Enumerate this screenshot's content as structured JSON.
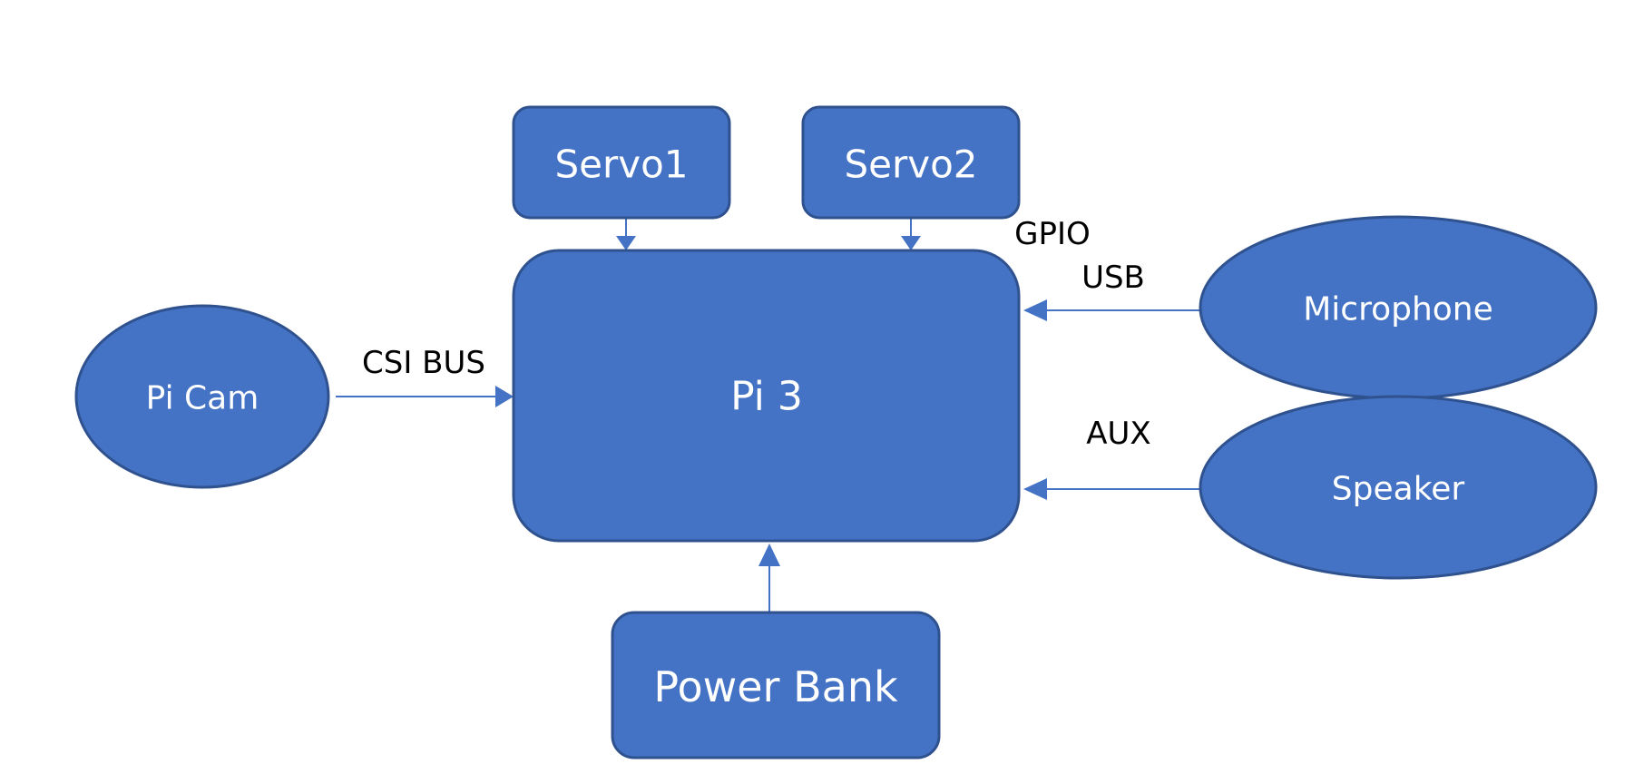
{
  "diagram": {
    "nodes": {
      "pi3": "Pi 3",
      "servo1": "Servo1",
      "servo2": "Servo2",
      "pi_cam": "Pi Cam",
      "microphone": "Microphone",
      "speaker": "Speaker",
      "power_bank": "Power Bank"
    },
    "labels": {
      "csi_bus": "CSI BUS",
      "gpio": "GPIO",
      "usb": "USB",
      "aux": "AUX"
    },
    "colors": {
      "node_fill": "#4472C4",
      "node_stroke": "#2F528F",
      "text": "#FFFFFF",
      "label": "#000000"
    }
  }
}
